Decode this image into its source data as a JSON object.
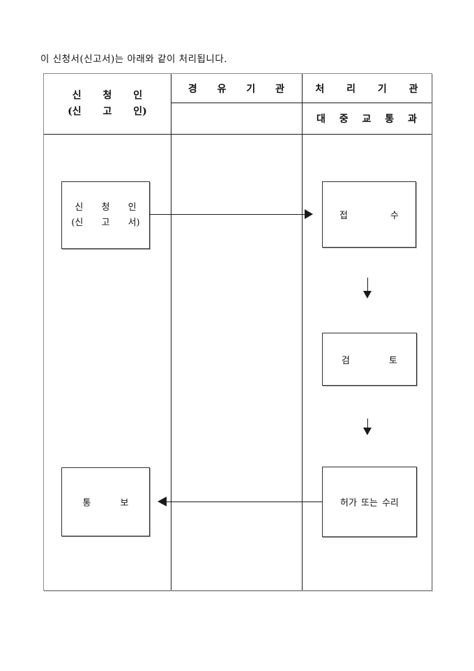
{
  "page": {
    "intro_text": "이 신청서(신고서)는 아래와 같이 처리됩니다."
  },
  "table": {
    "headers": {
      "applicant": {
        "line1": "신 청 인",
        "line2": "(신 고 인)"
      },
      "via_agency": "경 유 기 관",
      "processing_agency": "처 리 기 관",
      "processing_department": "대 중 교 통 과"
    }
  },
  "flowchart": {
    "applicant_box": {
      "line1": "신 청 인",
      "line2": "(신 고 서)"
    },
    "receipt_box": {
      "label": "접 수"
    },
    "review_box": {
      "label": "검 토"
    },
    "approval_box": {
      "label": "허가 또는 수리"
    },
    "notification_box": {
      "label": "통 보"
    }
  },
  "colors": {
    "background": "#ffffff",
    "text": "#111111",
    "inner_line": "#1a1a1a",
    "box_border": "#2e2e2e",
    "outer_border": "#8a8a8a",
    "shadow": "#9e9e9e"
  }
}
